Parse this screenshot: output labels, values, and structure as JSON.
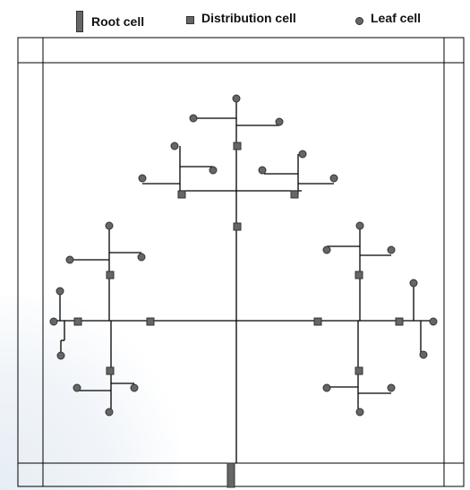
{
  "legend": {
    "root_label": "Root cell",
    "distribution_label": "Distribution cell",
    "leaf_label": "Leaf cell"
  },
  "colors": {
    "cell_fill": "#666666",
    "cell_stroke": "#333333",
    "line": "#000000"
  }
}
